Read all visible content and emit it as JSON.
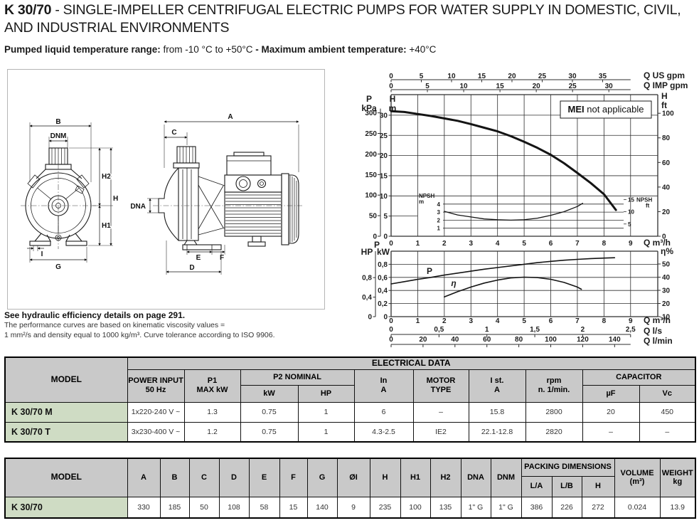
{
  "header": {
    "model": "K 30/70",
    "title_rest": " - SINGLE-IMPELLER CENTRIFUGAL ELECTRIC PUMPS FOR WATER SUPPLY IN DOMESTIC, CIVIL, AND INDUSTRIAL ENVIRONMENTS",
    "subtitle": {
      "s1": "Pumped liquid temperature range: ",
      "s2": "from -10 °C to +50°C",
      "s3": " - ",
      "s4": "Maximum ambient temperature: ",
      "s5": "+40°C"
    }
  },
  "drawing": {
    "labels": {
      "b": "B",
      "dnm": "DNM",
      "h2": "H2",
      "h": "H",
      "h1": "H1",
      "i": "I",
      "g": "G",
      "a": "A",
      "c": "C",
      "dna": "DNA",
      "e": "E",
      "f": "F",
      "d": "D"
    }
  },
  "notes": {
    "bold": "See hydraulic efficiency details on page 291.",
    "line1": "The performance curves are based on kinematic viscosity values =",
    "line2": "1 mm²/s and density equal to 1000 kg/m³. Curve tolerance according to ISO 9906."
  },
  "chart_data": [
    {
      "type": "line",
      "title": "Head / flow performance curve",
      "x_axis": {
        "label": "Q m³/h",
        "min": 0,
        "max": 9,
        "ticks": [
          0,
          1,
          2,
          3,
          4,
          5,
          6,
          7,
          8,
          9
        ]
      },
      "top_axes": [
        {
          "label": "Q US gpm",
          "ticks": [
            0,
            5,
            10,
            15,
            20,
            25,
            30,
            35
          ]
        },
        {
          "label": "Q IMP gpm",
          "ticks": [
            0,
            5,
            10,
            15,
            20,
            25,
            30
          ]
        }
      ],
      "left_axes": [
        {
          "lines": [
            "P",
            "kPa"
          ],
          "ticks": [
            300,
            250,
            200,
            150,
            100,
            50,
            0
          ]
        },
        {
          "lines": [
            "H",
            "m"
          ],
          "ticks": [
            30,
            25,
            20,
            15,
            10,
            5,
            0
          ],
          "ylim": [
            0,
            35
          ]
        }
      ],
      "right_axis": {
        "lines": [
          "H",
          "ft"
        ],
        "ticks": [
          100,
          80,
          60,
          40,
          20,
          0
        ]
      },
      "inset": {
        "left_lines": [
          "NPSH",
          "m"
        ],
        "ticks_m": [
          4,
          3,
          2,
          1
        ],
        "right_lines": [
          "NPSH",
          "ft"
        ],
        "ticks_ft": [
          15,
          10,
          5
        ]
      },
      "annotation": {
        "bold": "MEI",
        "text": "not applicable"
      },
      "series": [
        {
          "name": "head H(Q)",
          "points": [
            [
              0,
              31
            ],
            [
              0.5,
              30.8
            ],
            [
              1,
              30.3
            ],
            [
              1.5,
              29.8
            ],
            [
              2,
              29.2
            ],
            [
              2.5,
              28.6
            ],
            [
              3,
              27.8
            ],
            [
              3.5,
              26.9
            ],
            [
              4,
              26
            ],
            [
              4.5,
              24.8
            ],
            [
              5,
              23.4
            ],
            [
              5.5,
              21.9
            ],
            [
              6,
              20.2
            ],
            [
              6.5,
              18.1
            ],
            [
              7,
              15.7
            ],
            [
              7.5,
              13.2
            ],
            [
              8,
              10.4
            ],
            [
              8.45,
              6.5
            ]
          ]
        },
        {
          "name": "NPSH (m)",
          "points": [
            [
              2,
              3.1
            ],
            [
              2.5,
              2.65
            ],
            [
              3,
              2.4
            ],
            [
              3.5,
              2.15
            ],
            [
              4,
              2.05
            ],
            [
              4.5,
              2.0
            ],
            [
              5,
              2.05
            ],
            [
              5.5,
              2.25
            ],
            [
              6,
              2.6
            ],
            [
              6.5,
              3.05
            ],
            [
              7,
              3.7
            ],
            [
              7.2,
              4.1
            ]
          ]
        }
      ]
    },
    {
      "type": "line",
      "title": "Power and efficiency curves",
      "corner_label": "P",
      "left_axes": [
        {
          "lines": [
            "HP"
          ],
          "ticks": [
            "0,8",
            "0,4",
            "0"
          ]
        },
        {
          "lines": [
            "kW"
          ],
          "ticks": [
            "0,8",
            "0,6",
            "0,4",
            "0,2",
            "0"
          ],
          "ylim": [
            0,
            1.0
          ]
        }
      ],
      "right_axis": {
        "lines": [
          "η%"
        ],
        "ticks": [
          50,
          40,
          30,
          20,
          10
        ],
        "ylim": [
          10,
          50
        ]
      },
      "x_axes": [
        {
          "label": "Q m³/h",
          "ticks": [
            0,
            1,
            2,
            3,
            4,
            5,
            6,
            7,
            8,
            9
          ]
        },
        {
          "label": "Q l/s",
          "ticks": [
            "0",
            "0,5",
            "1",
            "1,5",
            "2",
            "2,5"
          ]
        },
        {
          "label": "Q l/min",
          "ticks": [
            0,
            20,
            40,
            60,
            80,
            100,
            120,
            140
          ]
        }
      ],
      "series": [
        {
          "name": "P (kW)",
          "points": [
            [
              0,
              0.5
            ],
            [
              0.5,
              0.535
            ],
            [
              1,
              0.57
            ],
            [
              1.5,
              0.6
            ],
            [
              2,
              0.635
            ],
            [
              2.5,
              0.665
            ],
            [
              3,
              0.695
            ],
            [
              3.5,
              0.725
            ],
            [
              4,
              0.75
            ],
            [
              4.5,
              0.775
            ],
            [
              5,
              0.8
            ],
            [
              5.5,
              0.825
            ],
            [
              6,
              0.845
            ],
            [
              6.5,
              0.862
            ],
            [
              7,
              0.875
            ],
            [
              7.5,
              0.887
            ],
            [
              8,
              0.895
            ],
            [
              8.4,
              0.9
            ]
          ]
        },
        {
          "name": "η (%)",
          "points": [
            [
              2,
              25
            ],
            [
              2.5,
              29
            ],
            [
              3,
              32.5
            ],
            [
              3.5,
              35.5
            ],
            [
              4,
              37.8
            ],
            [
              4.5,
              39.4
            ],
            [
              5,
              40
            ],
            [
              5.5,
              39.7
            ],
            [
              6,
              38.4
            ],
            [
              6.5,
              36
            ],
            [
              7,
              32.5
            ],
            [
              7.15,
              30.8
            ]
          ]
        }
      ],
      "curve_labels": [
        "P",
        "η"
      ]
    }
  ],
  "tables": {
    "electrical": {
      "section_title": "ELECTRICAL DATA",
      "model_header": "MODEL",
      "headers": {
        "power_input": [
          "POWER INPUT",
          "50 Hz"
        ],
        "p1": [
          "P1",
          "MAX kW"
        ],
        "p2": {
          "title": "P2 NOMINAL",
          "sub": [
            "kW",
            "HP"
          ]
        },
        "in": [
          "In",
          "A"
        ],
        "motor": [
          "MOTOR",
          "TYPE"
        ],
        "ist": [
          "I st.",
          "A"
        ],
        "rpm": [
          "rpm",
          "n. 1/min."
        ],
        "capacitor": {
          "title": "CAPACITOR",
          "sub": [
            "µF",
            "Vc"
          ]
        }
      },
      "rows": [
        {
          "model": "K 30/70 M",
          "values": [
            "1x220-240 V ~",
            "1.3",
            "0.75",
            "1",
            "6",
            "–",
            "15.8",
            "2800",
            "20",
            "450"
          ]
        },
        {
          "model": "K 30/70 T",
          "values": [
            "3x230-400 V ~",
            "1.2",
            "0.75",
            "1",
            "4.3-2.5",
            "IE2",
            "22.1-12.8",
            "2820",
            "–",
            "–"
          ]
        }
      ]
    },
    "dimensions": {
      "model_header": "MODEL",
      "headers": [
        "A",
        "B",
        "C",
        "D",
        "E",
        "F",
        "G",
        "ØI",
        "H",
        "H1",
        "H2",
        "DNA",
        "DNM"
      ],
      "packing": {
        "title": "PACKING DIMENSIONS",
        "sub": [
          "L/A",
          "L/B",
          "H"
        ]
      },
      "volume": [
        "VOLUME",
        "(m³)"
      ],
      "weight": [
        "WEIGHT",
        "kg"
      ],
      "rows": [
        {
          "model": "K 30/70",
          "values": [
            "330",
            "185",
            "50",
            "108",
            "58",
            "15",
            "140",
            "9",
            "235",
            "100",
            "135",
            "1\" G",
            "1\" G",
            "386",
            "226",
            "272",
            "0.024",
            "13.9"
          ]
        }
      ]
    }
  }
}
